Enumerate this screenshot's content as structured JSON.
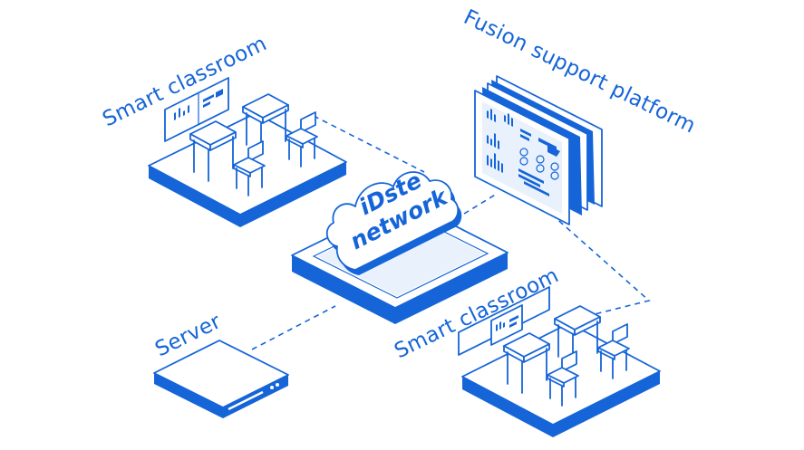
{
  "diagram": {
    "labels": {
      "classroom_top": "Smart classroom",
      "classroom_bottom": "Smart classroom",
      "platform": "Fusion support platform",
      "server": "Server",
      "network_line1": "iDste",
      "network_line2": "network"
    },
    "colors": {
      "primary": "#1565d8",
      "light": "#e9f1fd",
      "background": "#ffffff"
    }
  }
}
